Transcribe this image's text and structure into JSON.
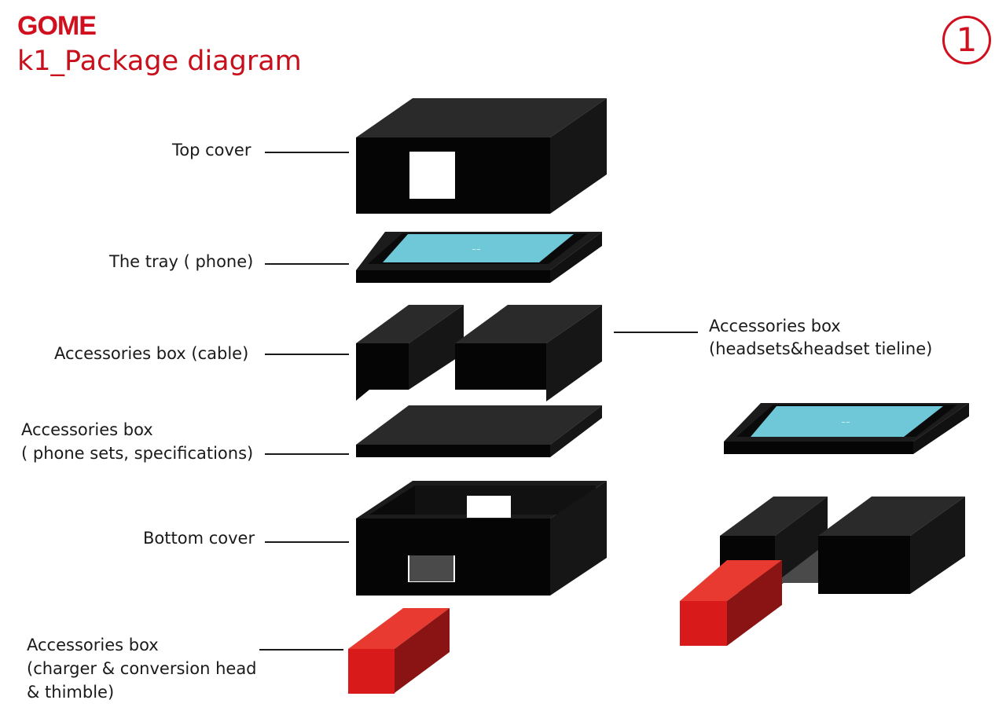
{
  "header": {
    "brand": "GOME",
    "title": "k1_Package diagram",
    "page_number": "1"
  },
  "labels": {
    "top_cover": "Top cover",
    "tray": "The tray ( phone)",
    "acc_cable": "Accessories box (cable)",
    "acc_headsets_line1": "Accessories box",
    "acc_headsets_line2": "(headsets&headset tieline)",
    "acc_phone_sets_line1": "Accessories box",
    "acc_phone_sets_line2": "( phone sets, specifications)",
    "bottom_cover": "Bottom cover",
    "acc_charger_line1": "Accessories box",
    "acc_charger_line2": "(charger & conversion head",
    "acc_charger_line3": "& thimble)"
  },
  "colors": {
    "brand_red": "#d0101e",
    "box_front": "#050505",
    "box_top": "#2a2a2a",
    "box_side": "#151515",
    "screen": "#6fc8d8",
    "accessory_red_front": "#d81a1a",
    "accessory_red_top": "#e83a30",
    "accessory_red_side": "#8a1414"
  }
}
